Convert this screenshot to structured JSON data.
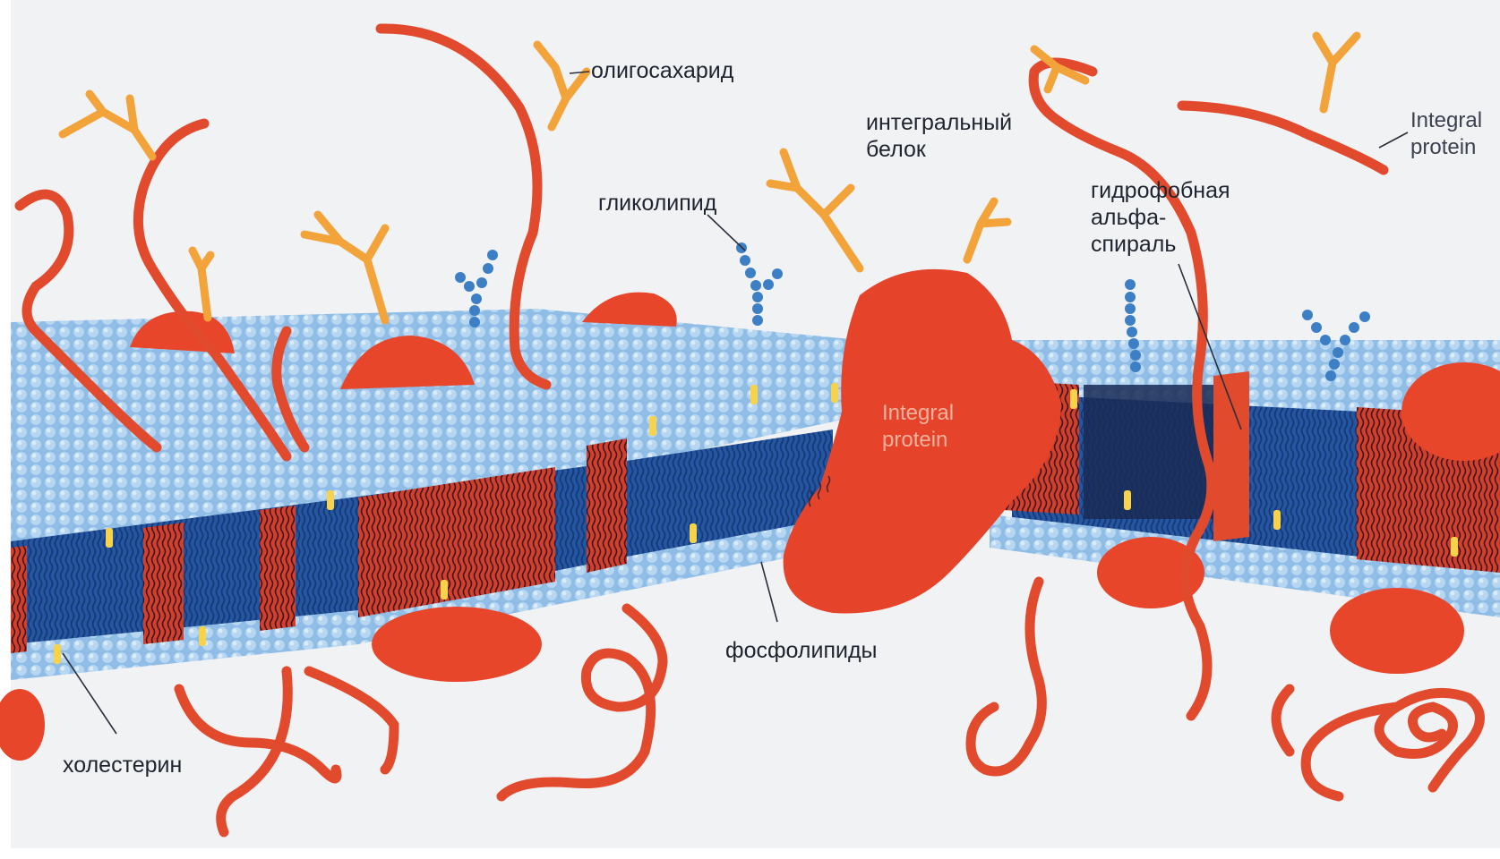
{
  "labels": {
    "oligosaccharide": "олигосахарид",
    "integral_protein_ru": [
      "интегральный",
      "белок"
    ],
    "integral_protein_en_right": [
      "Integral",
      "protein"
    ],
    "glycolipid": "гликолипид",
    "hydrophobic_helix": [
      "гидрофобная",
      "альфа-",
      "спираль"
    ],
    "integral_protein_en_center": [
      "Integral",
      "protein"
    ],
    "phospholipids": "фосфолипиды",
    "cholesterol": "холестерин"
  },
  "colors": {
    "background": "#f1f2f4",
    "protein": "#e8462b",
    "glycan_orange": "#f2a33a",
    "glycan_blue": "#3d7fc4",
    "head_light": "#9cc6ea",
    "tail_dark": "#1f4f9c",
    "cholesterol": "#f6d34a"
  }
}
